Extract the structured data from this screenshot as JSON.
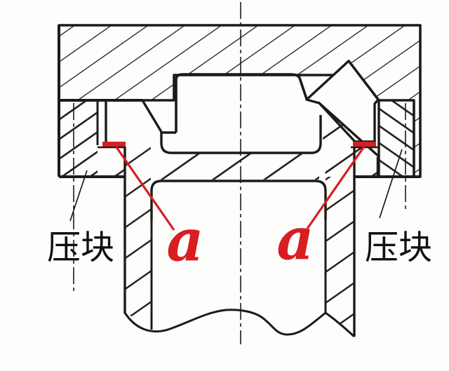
{
  "labels": {
    "left_block": "压块",
    "right_block": "压块",
    "gap_left": "a",
    "gap_right": "a"
  },
  "colors": {
    "line": "#1b1b1b",
    "accent_red": "#d81e20",
    "background": "#fdfdfc"
  }
}
